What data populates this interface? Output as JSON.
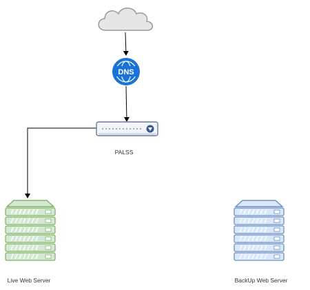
{
  "nodes": {
    "cloud": {
      "icon": "cloud-icon"
    },
    "dns": {
      "icon": "dns-globe-icon",
      "text": "DNS",
      "color": "#1a73d9"
    },
    "palss": {
      "icon": "load-balancer-icon",
      "label": "PALSS"
    },
    "live_server": {
      "icon": "server-rack-icon",
      "label": "Live Web Server",
      "color": "#82b366",
      "fill": "#d5e8d4"
    },
    "backup_server": {
      "icon": "server-rack-icon",
      "label": "BackUp Web Server",
      "color": "#6c8ebf",
      "fill": "#dae8fc"
    }
  },
  "edges": [
    {
      "from": "cloud",
      "to": "dns"
    },
    {
      "from": "dns",
      "to": "palss"
    },
    {
      "from": "palss",
      "to": "live_server"
    }
  ],
  "colors": {
    "line": "#000000",
    "cloud_fill": "#e6e6e6",
    "cloud_stroke": "#999999",
    "device_fill": "#f2f4f8",
    "device_stroke": "#6a7b99"
  }
}
